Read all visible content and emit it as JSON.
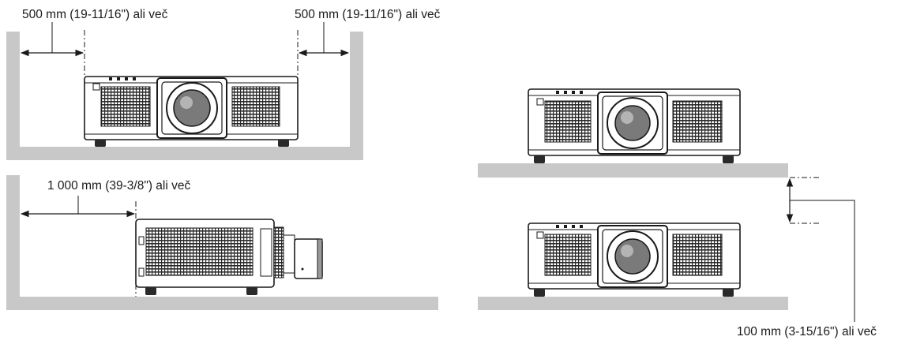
{
  "labels": {
    "left_clearance": "500 mm (19-11/16\") ali več",
    "right_clearance": "500 mm (19-11/16\") ali več",
    "rear_clearance": "1 000 mm (39-3/8\") ali več",
    "stack_gap": "100 mm (3-15/16\") ali več"
  },
  "colors": {
    "surface": "#c8c8c8",
    "line": "#1a1a1a",
    "projector_body": "#ffffff",
    "projector_dark": "#2a2a2a"
  }
}
